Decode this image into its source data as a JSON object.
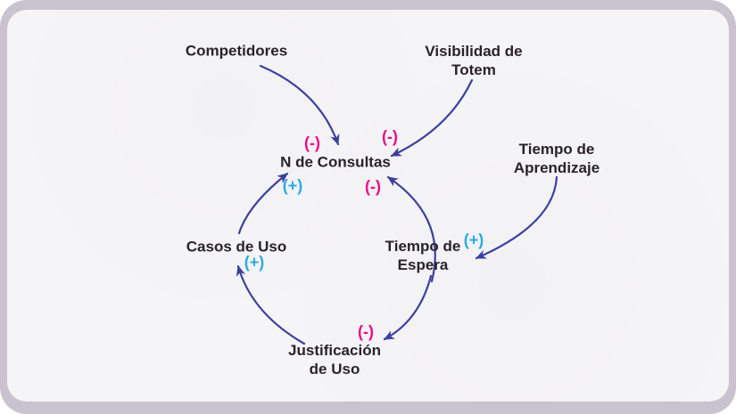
{
  "colors": {
    "arrow": "#3d3f9e",
    "positive": "#29abe2",
    "negative": "#ec0c8a",
    "text": "#282329",
    "frame": "#c8c3cf",
    "surface": "#f5f4f6"
  },
  "diagram": {
    "type": "causal-loop",
    "nodes": [
      {
        "id": "competidores",
        "label": "Competidores",
        "lines": [
          "Competidores"
        ]
      },
      {
        "id": "visibilidad",
        "label": "Visibilidad de Totem",
        "lines": [
          "Visibilidad de",
          "Totem"
        ]
      },
      {
        "id": "n-de-consultas",
        "label": "N de Consultas",
        "lines": [
          "N de Consultas"
        ]
      },
      {
        "id": "aprendizaje",
        "label": "Tiempo de Aprendizaje",
        "lines": [
          "Tiempo de",
          "Aprendizaje"
        ]
      },
      {
        "id": "casos-de-uso",
        "label": "Casos de Uso",
        "lines": [
          "Casos de Uso"
        ]
      },
      {
        "id": "espera",
        "label": "Tiempo de Espera",
        "lines": [
          "Tiempo de",
          "Espera"
        ]
      },
      {
        "id": "justificacion",
        "label": "Justificación de Uso",
        "lines": [
          "Justificación",
          "de Uso"
        ]
      }
    ],
    "edges": [
      {
        "from": "Competidores",
        "to": "N de Consultas",
        "sign": "(-)",
        "polarity": "negative"
      },
      {
        "from": "Visibilidad de Totem",
        "to": "N de Consultas",
        "sign": "(-)",
        "polarity": "negative"
      },
      {
        "from": "Tiempo de Aprendizaje",
        "to": "Tiempo de Espera",
        "sign": "(+)",
        "polarity": "positive"
      },
      {
        "from": "Casos de Uso",
        "to": "N de Consultas",
        "sign": "(+)",
        "polarity": "positive"
      },
      {
        "from": "Tiempo de Espera",
        "to": "N de Consultas",
        "sign": "(-)",
        "polarity": "negative"
      },
      {
        "from": "Tiempo de Espera",
        "to": "Justificación de Uso",
        "sign": "(-)",
        "polarity": "negative"
      },
      {
        "from": "Justificación de Uso",
        "to": "Casos de Uso",
        "sign": "(+)",
        "polarity": "positive"
      }
    ]
  }
}
